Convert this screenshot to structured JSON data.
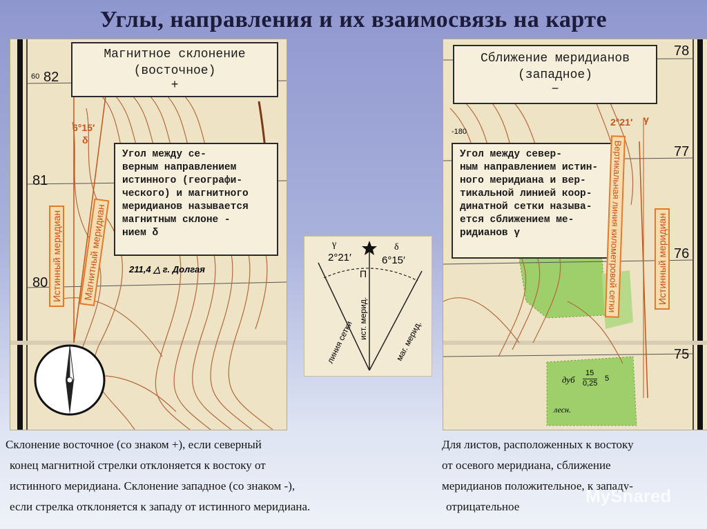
{
  "title": "Углы, направления и их взаимосвязь на карте",
  "left_map": {
    "header_line1": "Магнитное склонение",
    "header_line2": "(восточное)",
    "header_sign": "+",
    "info_lines": [
      "Угол между се-",
      "верным направлением",
      "истинного (географи-",
      "ческого) и магнитного",
      "меридианов называется",
      "магнитным склоне -",
      "нием δ"
    ],
    "grid_labels": [
      "82",
      "81",
      "80"
    ],
    "grid_prefix": "60",
    "angle_label": "6°15′",
    "angle_symbol": "δ",
    "vlabel_true": "Истинный меридиан",
    "vlabel_magnetic": "Магнитный меридиан",
    "height_label": "211,4 △ г. Долгая"
  },
  "center_diagram": {
    "gamma": "γ",
    "delta": "δ",
    "gamma_value": "2°21′",
    "delta_value": "6°15′",
    "p_label": "П",
    "line_grid": "линия сетки",
    "line_true": "ист. мерид.",
    "line_mag": "маг. мерид."
  },
  "right_map": {
    "header_line1": "Сближение меридианов",
    "header_line2": "(западное)",
    "header_sign": "−",
    "info_lines": [
      "Угол между север-",
      "ным направлением истин-",
      "ного меридиана и вер-",
      "тикальной линией коор-",
      "динатной сетки называ-",
      "ется сближением ме-",
      "ридианов γ"
    ],
    "grid_labels": [
      "78",
      "77",
      "76",
      "75"
    ],
    "angle_label": "2°21′",
    "angle_symbol": "γ",
    "contour_label": "-180",
    "vlabel_grid": "Вертикальная линия километровой сетки",
    "vlabel_true": "Истинный меридиан",
    "forest_label": "дуб",
    "forest_num": "15",
    "forest_num2": "0,25",
    "forest_num3": "5",
    "lesn_label": "лесн."
  },
  "captions": {
    "left": [
      "Склонение восточное (со знаком +), если северный",
      "конец магнитной стрелки отклоняется к востоку от",
      "истинного меридиана. Склонение западное (со знаком -),",
      "если стрелка отклоняется к западу от истинного меридиана."
    ],
    "right": [
      "Для листов, расположенных к востоку",
      "от осевого меридиана, сближение",
      "меридианов положительное, к западу-",
      "отрицательное"
    ]
  },
  "watermark": "MyShared"
}
